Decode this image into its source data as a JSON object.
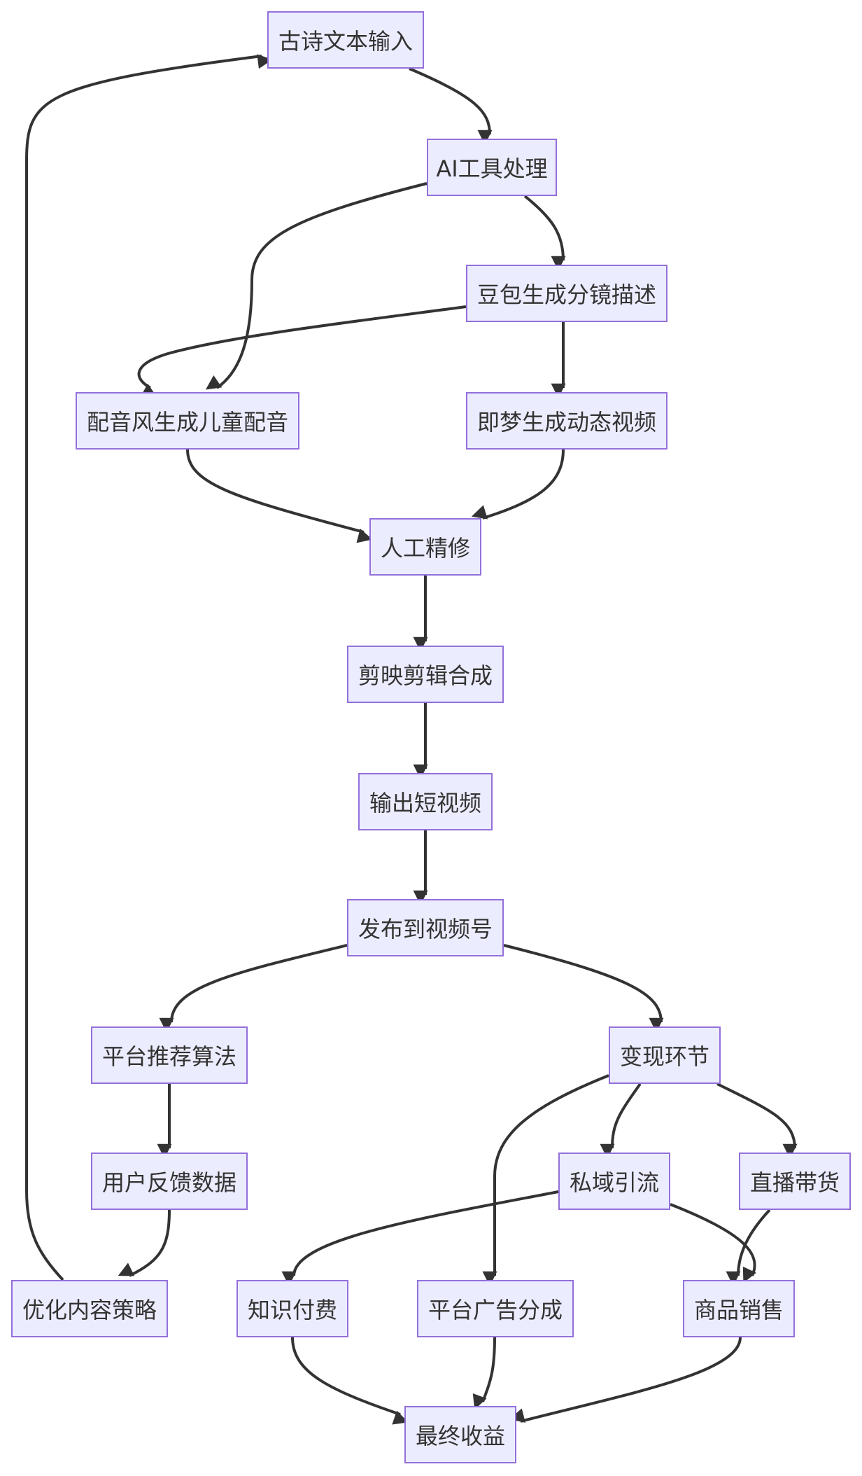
{
  "nodes": {
    "poem_input": "古诗文本输入",
    "ai_tool": "AI工具处理",
    "doubao": "豆包生成分镜描述",
    "dubbing": "配音风生成儿童配音",
    "jimeng": "即梦生成动态视频",
    "manual_edit": "人工精修",
    "jianying": "剪映剪辑合成",
    "output_video": "输出短视频",
    "publish": "发布到视频号",
    "algorithm": "平台推荐算法",
    "monetize": "变现环节",
    "feedback": "用户反馈数据",
    "private_traffic": "私域引流",
    "live_sales": "直播带货",
    "optimize": "优化内容策略",
    "knowledge_pay": "知识付费",
    "ad_share": "平台广告分成",
    "product_sales": "商品销售",
    "final_income": "最终收益"
  },
  "edges": [
    [
      "poem_input",
      "ai_tool"
    ],
    [
      "ai_tool",
      "doubao"
    ],
    [
      "ai_tool",
      "dubbing"
    ],
    [
      "doubao",
      "dubbing"
    ],
    [
      "doubao",
      "jimeng"
    ],
    [
      "dubbing",
      "manual_edit"
    ],
    [
      "jimeng",
      "manual_edit"
    ],
    [
      "manual_edit",
      "jianying"
    ],
    [
      "jianying",
      "output_video"
    ],
    [
      "output_video",
      "publish"
    ],
    [
      "publish",
      "algorithm"
    ],
    [
      "publish",
      "monetize"
    ],
    [
      "algorithm",
      "feedback"
    ],
    [
      "feedback",
      "optimize"
    ],
    [
      "optimize",
      "poem_input"
    ],
    [
      "monetize",
      "ad_share"
    ],
    [
      "monetize",
      "private_traffic"
    ],
    [
      "monetize",
      "live_sales"
    ],
    [
      "private_traffic",
      "knowledge_pay"
    ],
    [
      "private_traffic",
      "product_sales"
    ],
    [
      "live_sales",
      "product_sales"
    ],
    [
      "knowledge_pay",
      "final_income"
    ],
    [
      "ad_share",
      "final_income"
    ],
    [
      "product_sales",
      "final_income"
    ]
  ],
  "colors": {
    "node_fill": "#ececff",
    "node_border": "#9370db",
    "edge": "#333333",
    "text": "#333333"
  }
}
